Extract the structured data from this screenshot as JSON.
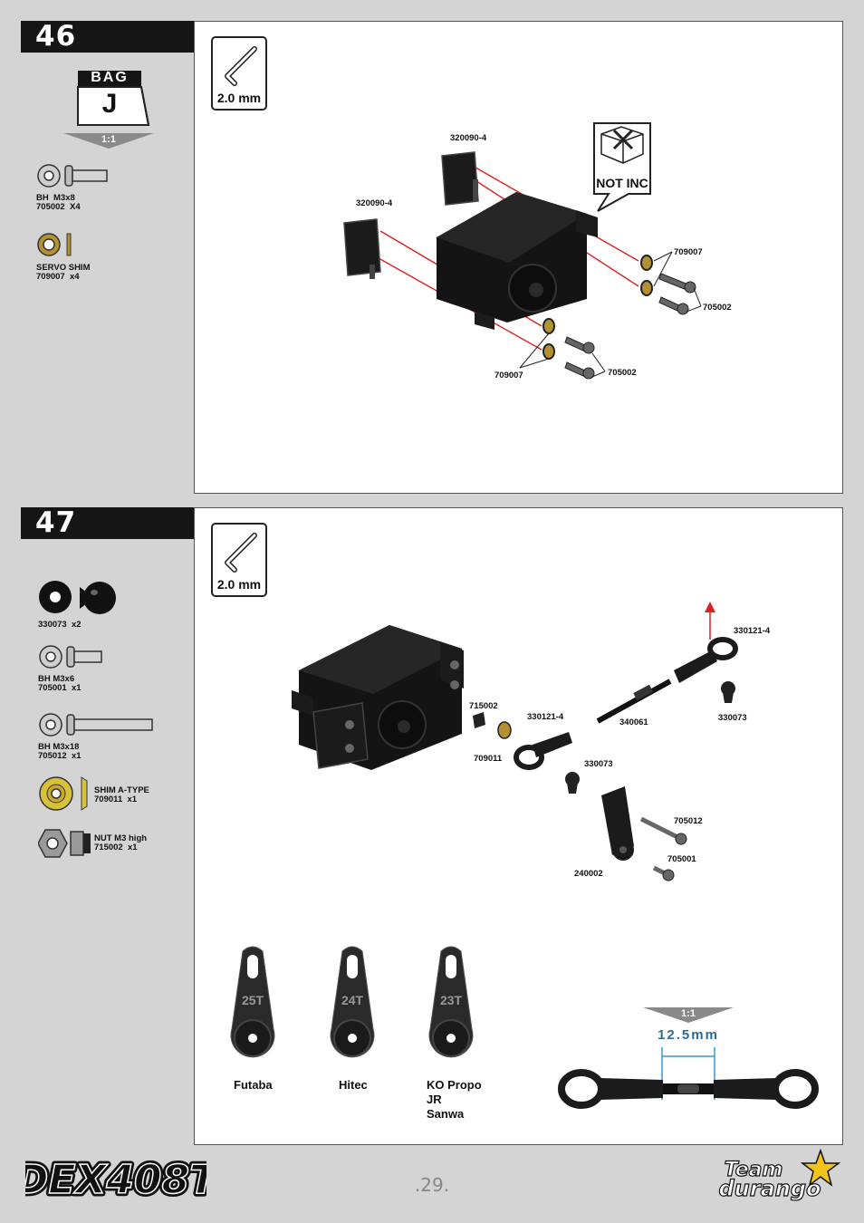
{
  "page_number": ".29.",
  "brand": {
    "product_logo": "DEX408T",
    "team_logo_line1": "Team",
    "team_logo_line2": "durango"
  },
  "steps": [
    {
      "number": "46",
      "bag": {
        "header": "BAG",
        "letter": "J",
        "scale": "1:1"
      },
      "tool": "2.0 mm",
      "parts": [
        {
          "text": "BH  M3x8\n705002  X4"
        },
        {
          "text": "SERVO SHIM\n709007  x4"
        }
      ],
      "not_included": "NOT INC",
      "callouts": [
        "320090-4",
        "320090-4",
        "709007",
        "705002",
        "709007",
        "705002"
      ]
    },
    {
      "number": "47",
      "tool": "2.0 mm",
      "parts": [
        {
          "text": "330073  x2"
        },
        {
          "text": "BH M3x6\n705001  x1"
        },
        {
          "text": "BH M3x18\n705012  x1"
        },
        {
          "text": "SHIM A-TYPE\n709011  x1"
        },
        {
          "text": "NUT M3 high\n715002  x1"
        }
      ],
      "callouts": [
        "330121-4",
        "330073",
        "715002",
        "330121-4",
        "340061",
        "709011",
        "330073",
        "705012",
        "705001",
        "240002"
      ],
      "arms": [
        {
          "tooth": "25T",
          "brand": "Futaba"
        },
        {
          "tooth": "24T",
          "brand": "Hitec"
        },
        {
          "tooth": "23T",
          "brand": "KO Propo\nJR\nSanwa"
        }
      ],
      "turnbuckle": {
        "scale": "1:1",
        "length": "12.5mm"
      }
    }
  ]
}
